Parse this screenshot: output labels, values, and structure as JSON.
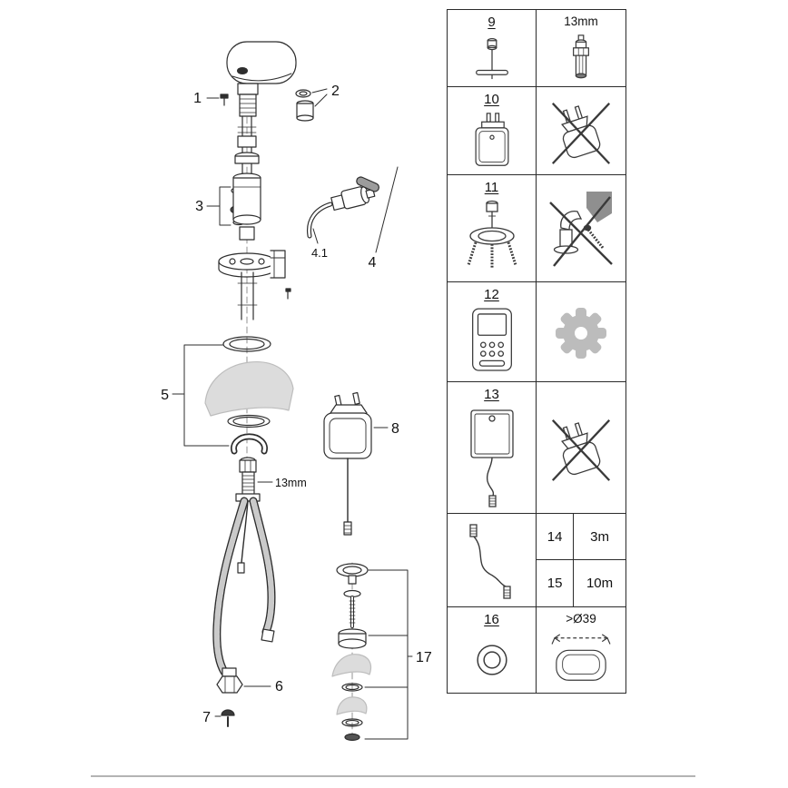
{
  "colors": {
    "line": "#2e2e2e",
    "ghost_fill": "#dcdcdc",
    "gear_fill": "#bcbcbc",
    "grid_border": "#2b2b2b",
    "footer_line": "#b3b3b3"
  },
  "exploded": {
    "callouts": {
      "c1": "1",
      "c2": "2",
      "c3": "3",
      "c4": "4",
      "c4_1": "4.1",
      "c5": "5",
      "c6": "6",
      "c7": "7",
      "c8": "8",
      "c17": "17",
      "hose_size": "13mm"
    }
  },
  "grid": {
    "rows": [
      {
        "num": "9",
        "right_label": "13mm"
      },
      {
        "num": "10"
      },
      {
        "num": "11"
      },
      {
        "num": "12"
      },
      {
        "num": "13"
      },
      {
        "table": {
          "r1num": "14",
          "r1len": "3m",
          "r2num": "15",
          "r2len": "10m"
        }
      },
      {
        "num": "16",
        "right_label": ">Ø39"
      }
    ]
  }
}
